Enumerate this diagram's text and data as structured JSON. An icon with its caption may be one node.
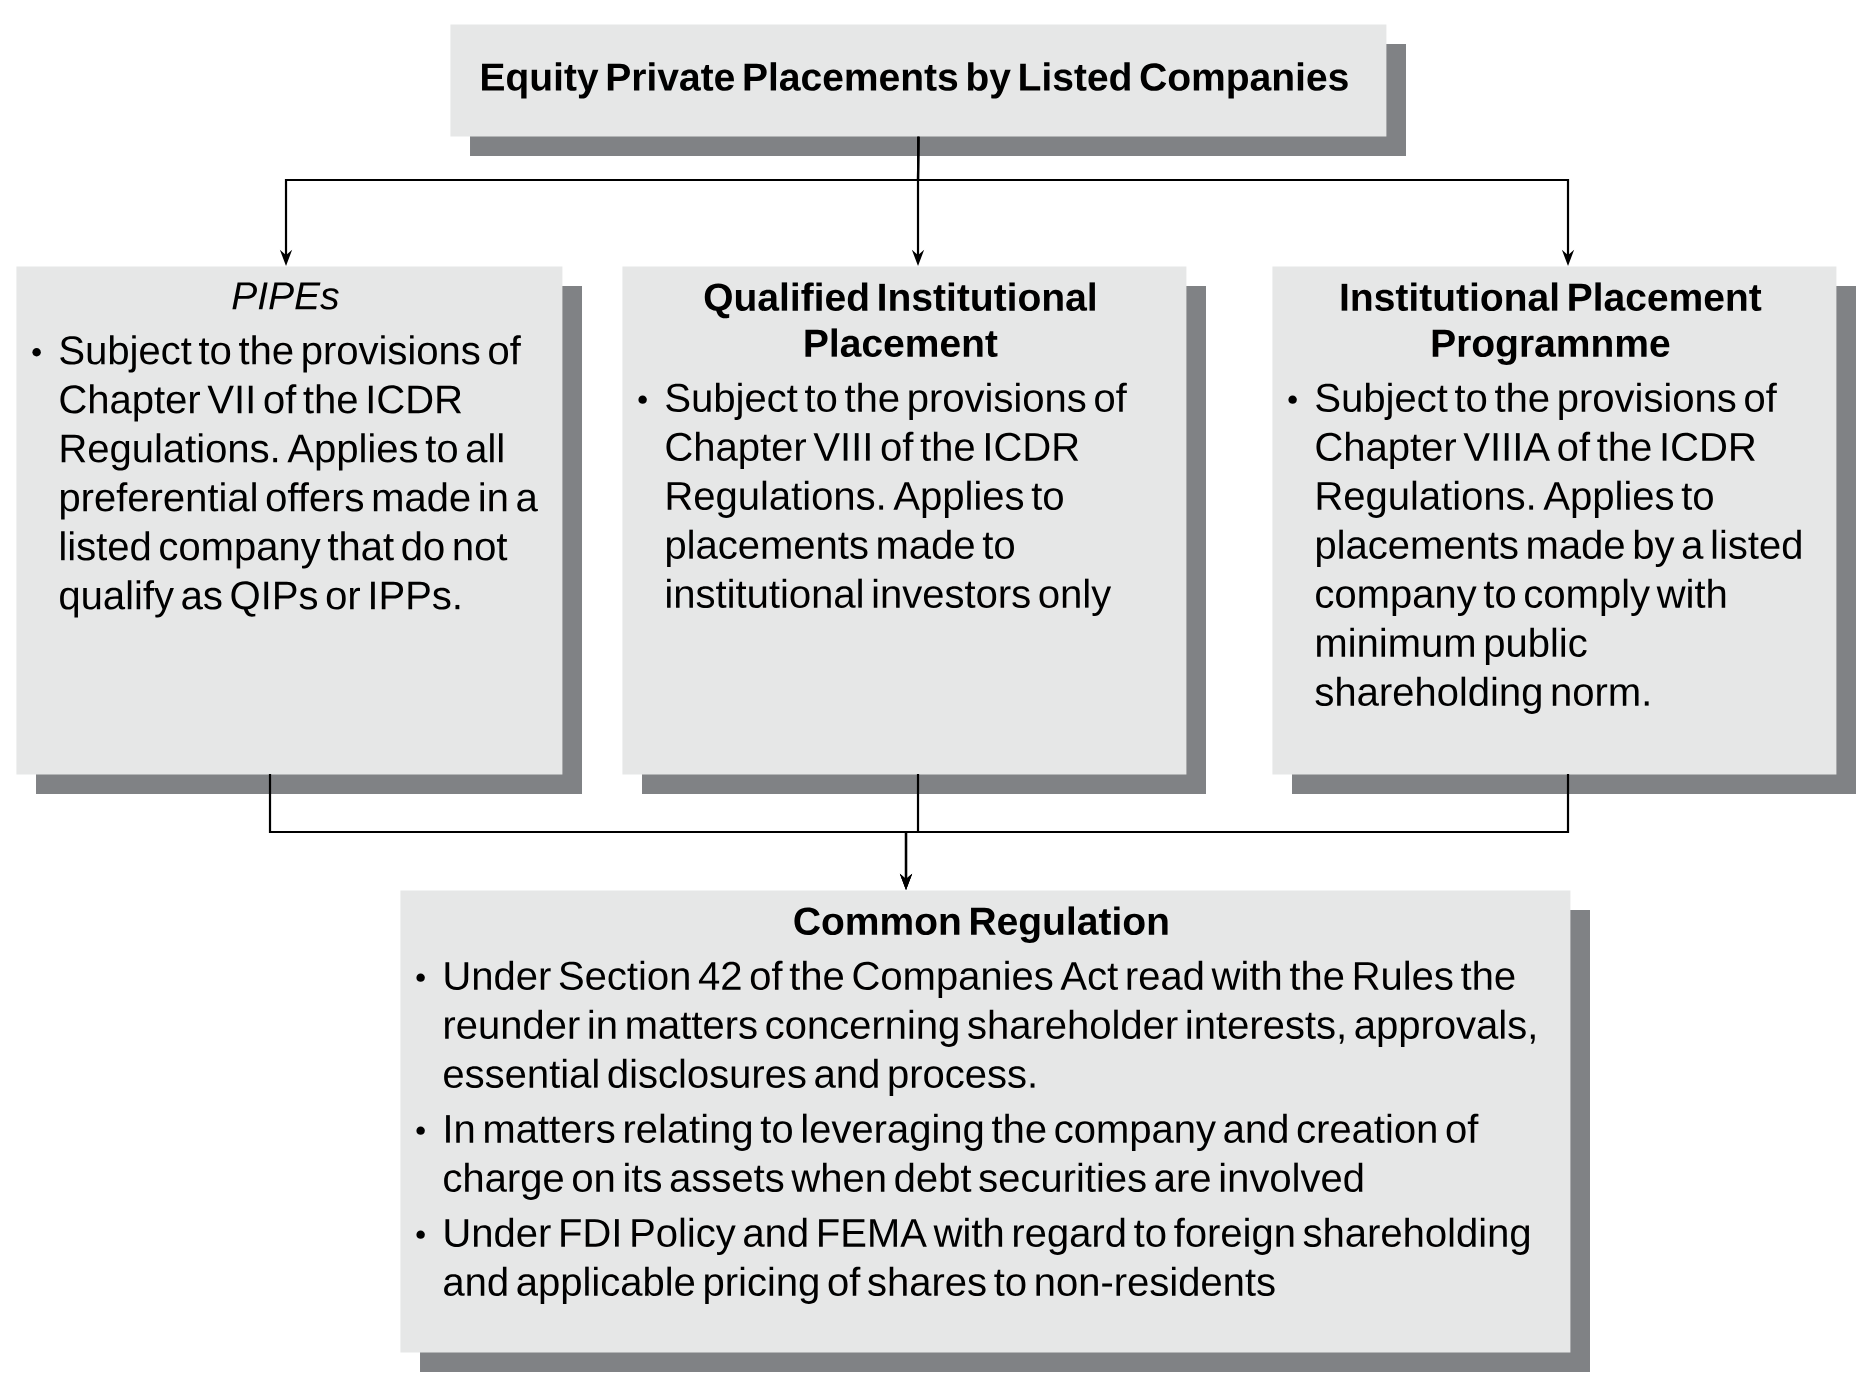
{
  "diagram": {
    "nodes": [
      {
        "text": [
          "Equity Private Placements by Listed Companies"
        ]
      },
      {
        "text": [
          "PIPEs",
          "Subject to the provisions of Chapter VII of the ICDR Regulations. Applies to all preferential offers made in a listed company that do not qualify as QIPs or IPPs."
        ]
      },
      {
        "text": [
          "Qualified Institutional Placement",
          "Subject to the provisions of Chapter VIII of the ICDR Regulations. Applies to placements made to institutional investors only"
        ]
      },
      {
        "text": [
          "Institutional Placement Programnme",
          "Subject to the provisions of Chapter VIIIA of the ICDR Regulations. Applies to placements made by a listed company to comply with minimum public shareholding norm."
        ]
      },
      {
        "text": [
          "Common Regulation",
          "Under Section 42 of the Companies Act read with the Rules the reunder in matters concerning shareholder interests, approvals, essential disclosures and process.",
          "In matters relating to leveraging the company and creation of charge on its assets when debt securities are involved",
          "Under FDI Policy and FEMA with regard to foreign shareholding and applicable pricing of shares to non-residents"
        ]
      }
    ],
    "edges": [
      {
        "from": 0,
        "to": 1,
        "arrow": "to"
      },
      {
        "from": 0,
        "to": 2,
        "arrow": "to"
      },
      {
        "from": 0,
        "to": 3,
        "arrow": "to"
      },
      {
        "from": 1,
        "to": 4,
        "arrow": "to"
      },
      {
        "from": 2,
        "to": 4,
        "arrow": "to"
      },
      {
        "from": 3,
        "to": 4,
        "arrow": "to"
      }
    ]
  }
}
